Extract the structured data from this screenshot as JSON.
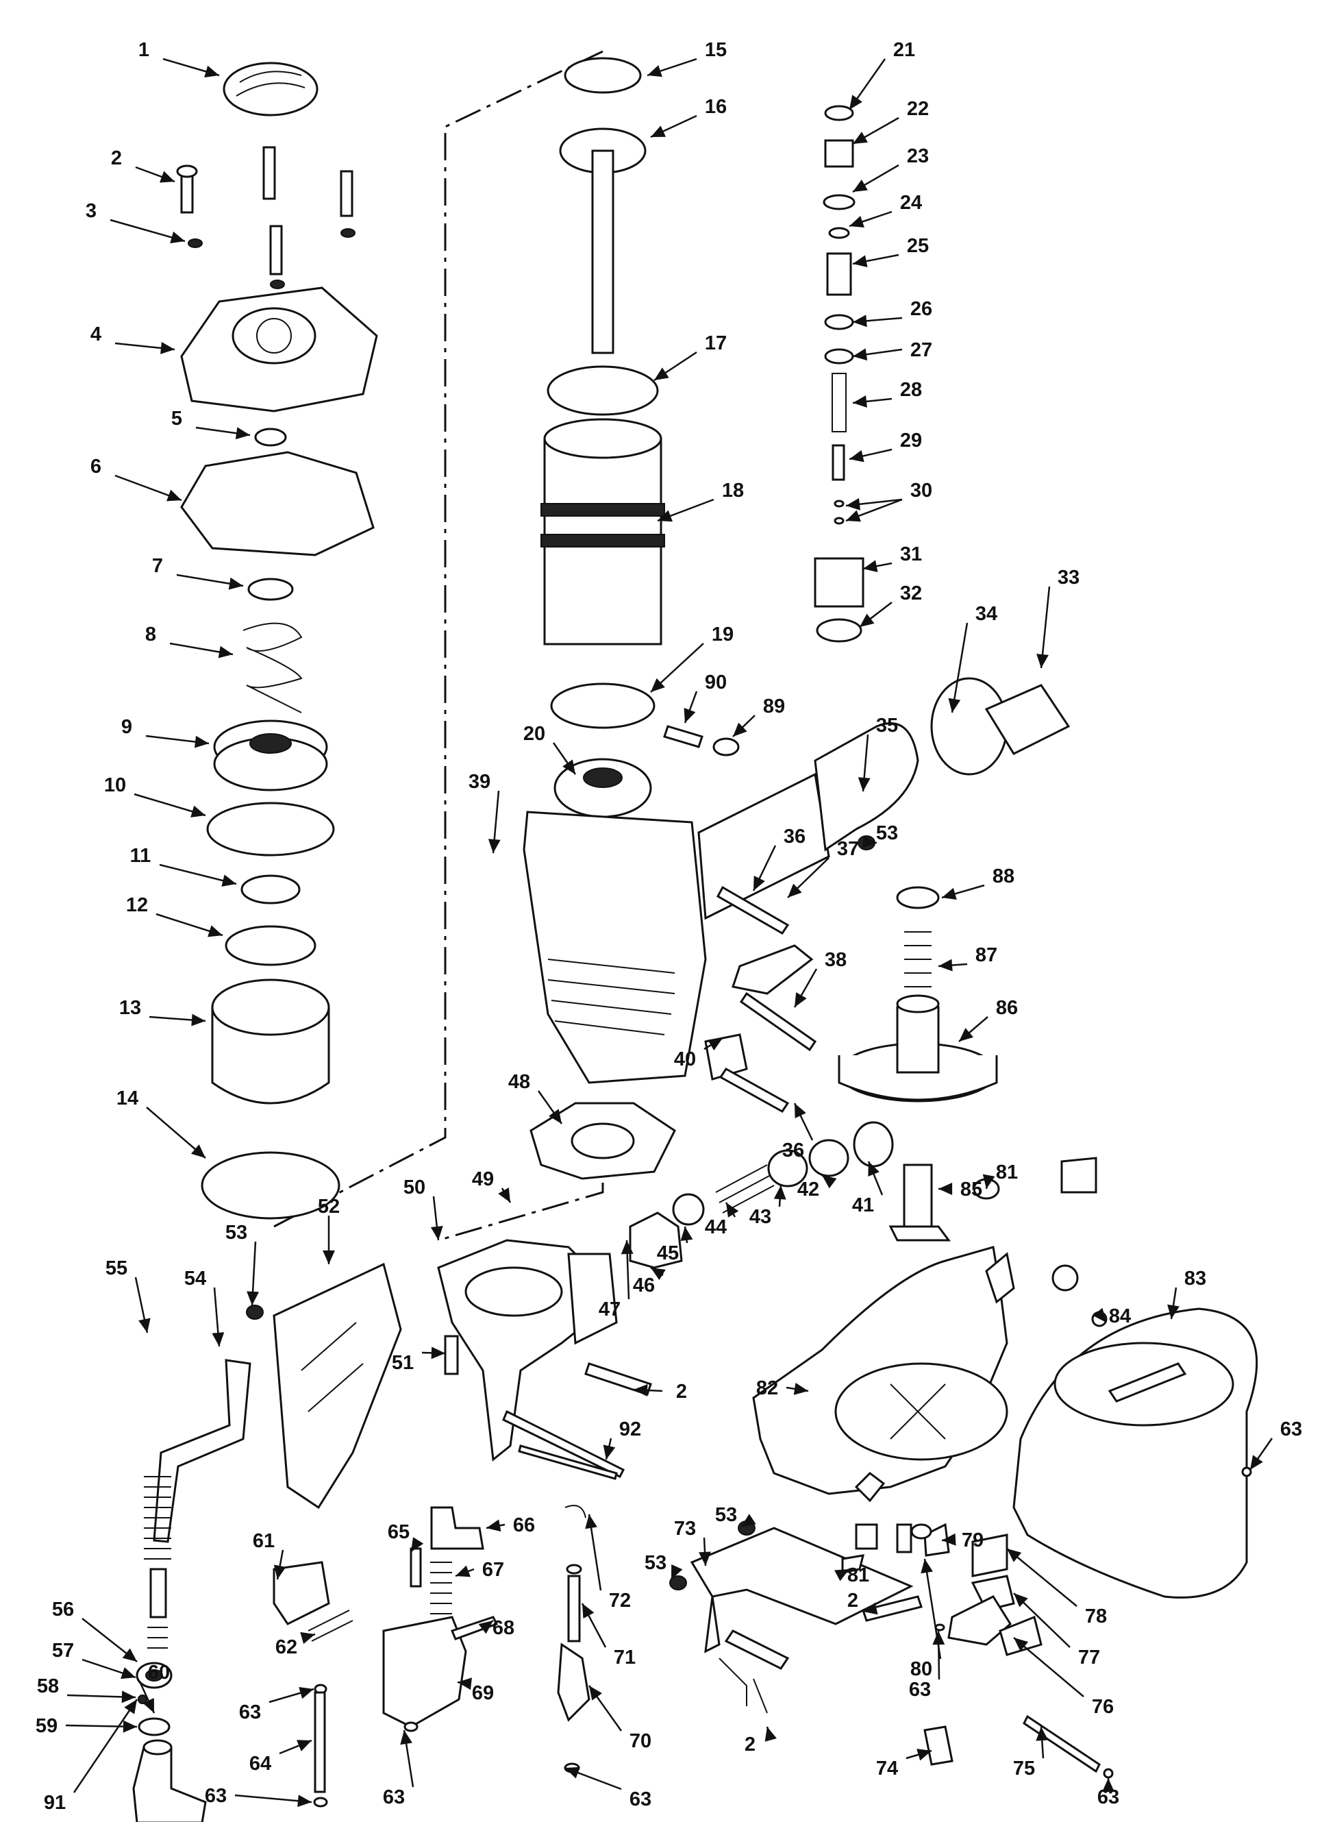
{
  "diagram": {
    "labels": [
      "1",
      "2",
      "3",
      "4",
      "5",
      "6",
      "7",
      "8",
      "9",
      "10",
      "11",
      "12",
      "13",
      "14",
      "15",
      "16",
      "17",
      "18",
      "19",
      "20",
      "21",
      "22",
      "23",
      "24",
      "25",
      "26",
      "27",
      "28",
      "29",
      "30",
      "31",
      "32",
      "33",
      "34",
      "35",
      "36",
      "37",
      "38",
      "39",
      "40",
      "41",
      "42",
      "43",
      "44",
      "45",
      "46",
      "47",
      "48",
      "49",
      "50",
      "51",
      "52",
      "53",
      "54",
      "55",
      "56",
      "57",
      "58",
      "59",
      "60",
      "61",
      "62",
      "63",
      "64",
      "65",
      "66",
      "67",
      "68",
      "69",
      "70",
      "71",
      "72",
      "73",
      "74",
      "75",
      "76",
      "77",
      "78",
      "79",
      "80",
      "81",
      "82",
      "83",
      "84",
      "85",
      "86",
      "87",
      "88",
      "89",
      "90",
      "91",
      "92"
    ]
  }
}
